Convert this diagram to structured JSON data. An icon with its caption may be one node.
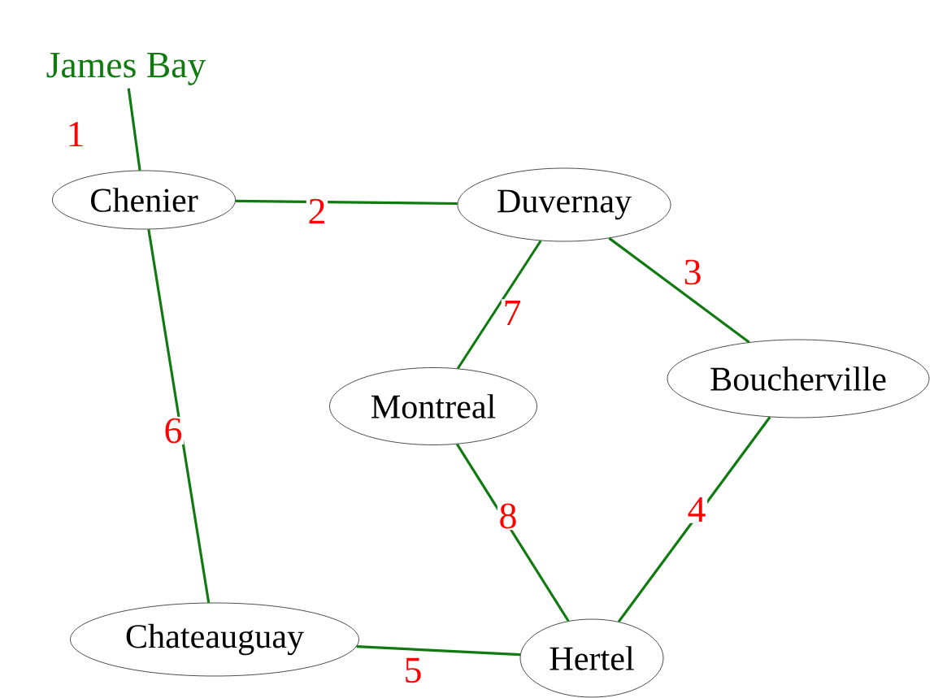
{
  "diagram": {
    "nodes": [
      {
        "text": [
          "James Bay"
        ]
      },
      {
        "text": [
          "Chenier"
        ]
      },
      {
        "text": [
          "Duvernay"
        ]
      },
      {
        "text": [
          "Boucherville"
        ]
      },
      {
        "text": [
          "Montreal"
        ]
      },
      {
        "text": [
          "Chateauguay"
        ]
      },
      {
        "text": [
          "Hertel"
        ]
      }
    ],
    "edges": [
      {
        "from": 0,
        "to": 1,
        "arrow": "none",
        "label": "1"
      },
      {
        "from": 1,
        "to": 2,
        "arrow": "none",
        "label": "2"
      },
      {
        "from": 2,
        "to": 3,
        "arrow": "none",
        "label": "3"
      },
      {
        "from": 3,
        "to": 6,
        "arrow": "none",
        "label": "4"
      },
      {
        "from": 5,
        "to": 6,
        "arrow": "none",
        "label": "5"
      },
      {
        "from": 1,
        "to": 5,
        "arrow": "none",
        "label": "6"
      },
      {
        "from": 2,
        "to": 4,
        "arrow": "none",
        "label": "7"
      },
      {
        "from": 4,
        "to": 6,
        "arrow": "none",
        "label": "8"
      }
    ]
  }
}
